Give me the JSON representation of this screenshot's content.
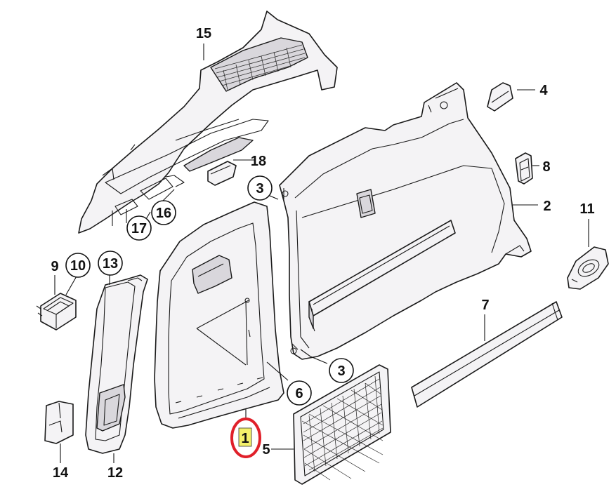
{
  "callouts": {
    "c1": "1",
    "c2": "2",
    "c3a": "3",
    "c3b": "3",
    "c4": "4",
    "c5": "5",
    "c6": "6",
    "c7": "7",
    "c8": "8",
    "c9": "9",
    "c10": "10",
    "c11": "11",
    "c12": "12",
    "c13": "13",
    "c14": "14",
    "c15": "15",
    "c16": "16",
    "c17": "17",
    "c18": "18"
  },
  "colors": {
    "highlight_ring": "#e0202a",
    "highlight_fill": "#f3f06a",
    "line": "#1a1a1a",
    "part_fill": "#f4f3f5"
  }
}
